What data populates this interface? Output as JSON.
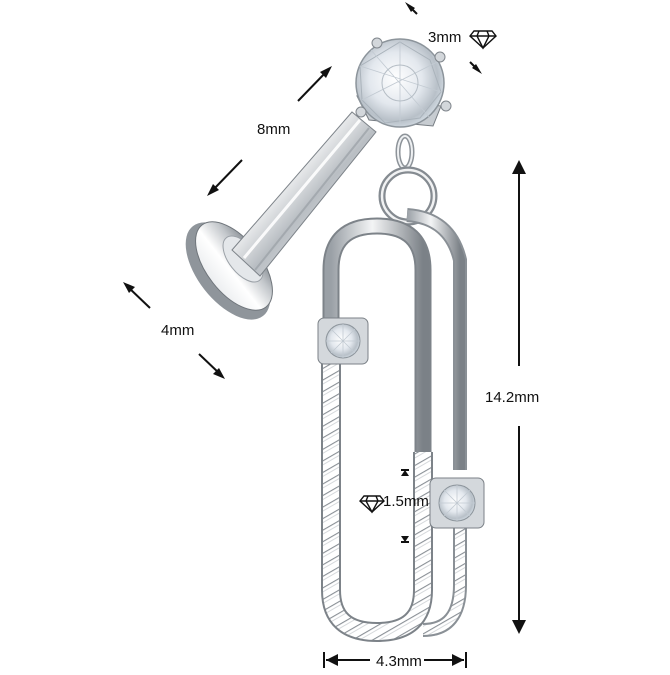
{
  "product": {
    "dimensions": {
      "top_gem_size": "3mm",
      "post_length": "8mm",
      "disc_diameter": "4mm",
      "charm_length": "14.2mm",
      "small_gem_size": "1.5mm",
      "charm_width": "4.3mm"
    },
    "icons": {
      "gem_marker": "diamond-icon",
      "dimension_marker": "double-arrow-icon"
    },
    "colors": {
      "metal": "#c9cdd1",
      "metal_dark": "#7d8389",
      "line": "#111111",
      "background": "#ffffff"
    }
  }
}
